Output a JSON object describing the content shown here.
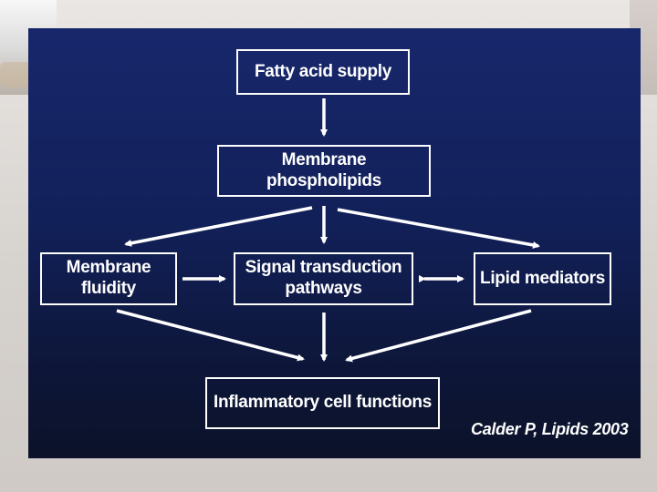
{
  "diagram": {
    "nodes": {
      "fatty_acid_supply": "Fatty acid supply",
      "membrane_phospholipids": "Membrane phospholipids",
      "membrane_fluidity": "Membrane\nfluidity",
      "signal_transduction": "Signal transduction\npathways",
      "lipid_mediators": "Lipid mediators",
      "inflammatory_cell_functions": "Inflammatory cell functions"
    },
    "citation": "Calder P, Lipids 2003",
    "colors": {
      "slide_background": "#122059",
      "box_border": "#ffffff",
      "text": "#ffffff",
      "arrow": "#ffffff"
    }
  }
}
